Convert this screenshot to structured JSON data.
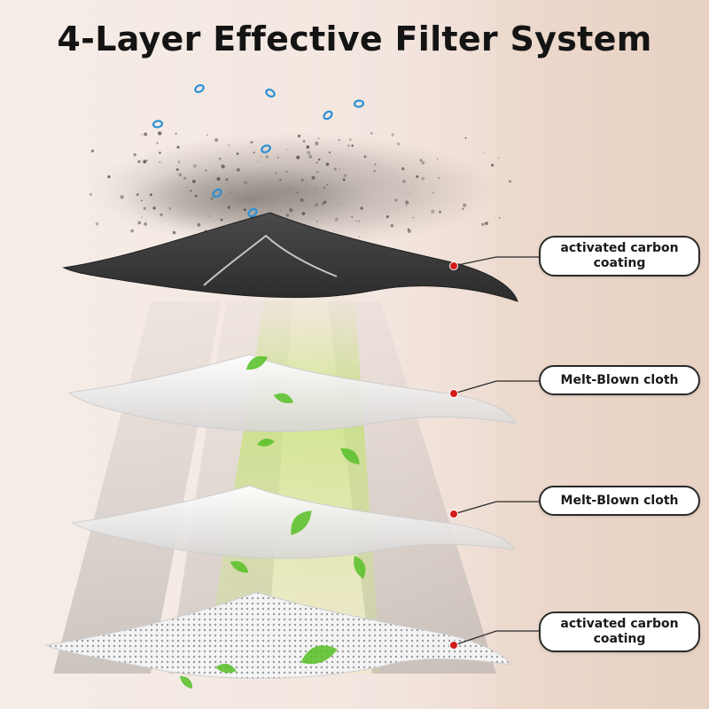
{
  "title": "4-Layer Effective Filter System",
  "layers": [
    {
      "label": "activated carbon\ncoating",
      "material": "carbon"
    },
    {
      "label": "Melt-Blown cloth",
      "material": "melt-blown"
    },
    {
      "label": "Melt-Blown cloth",
      "material": "melt-blown"
    },
    {
      "label": "activated carbon\ncoating",
      "material": "carbon-mesh"
    }
  ],
  "colors": {
    "title": "#141414",
    "carbon_layer": "#3d3d3d",
    "leader_dot": "#d11a1a",
    "leaf": "#5ac02a",
    "particle_blue": "#2a8fd6"
  }
}
